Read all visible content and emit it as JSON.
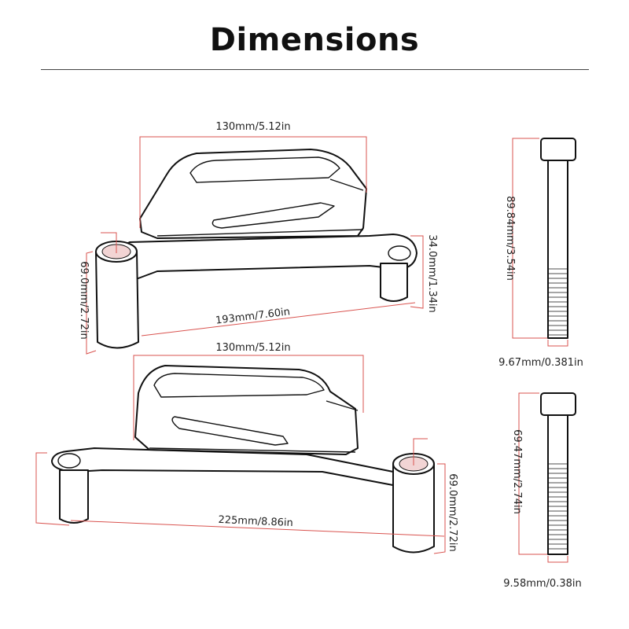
{
  "header": {
    "title": "Dimensions"
  },
  "labels": {
    "top_width": "130mm/5.12in",
    "top_length": "193mm/7.60in",
    "top_spacer_height": "69.0mm/2.72in",
    "top_clamp_height": "34.0mm/1.34in",
    "bottom_width": "130mm/5.12in",
    "bottom_length": "225mm/8.86in",
    "bottom_spacer_height": "69.0mm/2.72in",
    "bolt1_length": "89.84mm/3.54in",
    "bolt1_diameter": "9.67mm/0.381in",
    "bolt2_length": "69.47mm/2.74in",
    "bolt2_diameter": "9.58mm/0.38in"
  }
}
